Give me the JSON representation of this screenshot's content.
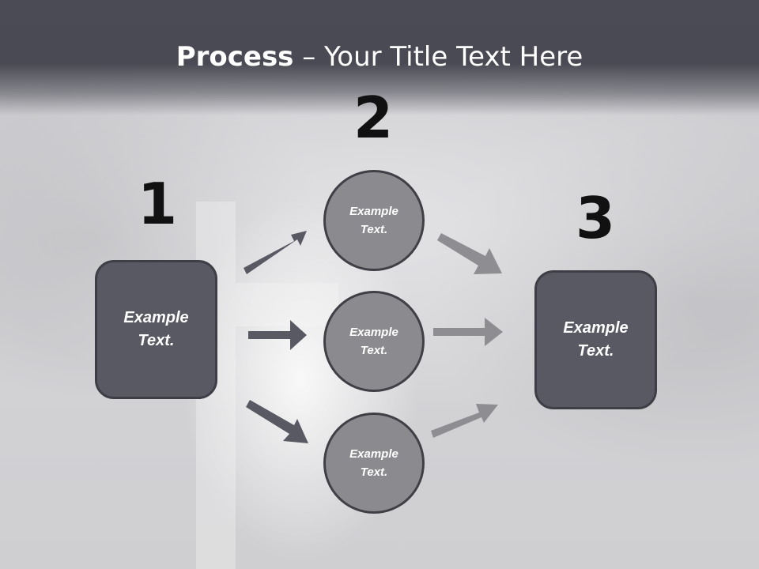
{
  "title": {
    "bold": "Process",
    "rest": " – Your Title Text Here"
  },
  "colors": {
    "header": "#4b4b55",
    "box": "#595964",
    "circle": "#8b8b8f",
    "arrow_dark": "#595964",
    "arrow_light": "#8e8e92"
  },
  "steps": [
    {
      "number": "1",
      "label": "Example Text."
    },
    {
      "number": "2",
      "label": "Example Text."
    },
    {
      "number": "3",
      "label": "Example Text."
    }
  ],
  "circles": [
    {
      "label": "Example Text."
    },
    {
      "label": "Example Text."
    },
    {
      "label": "Example Text."
    }
  ]
}
